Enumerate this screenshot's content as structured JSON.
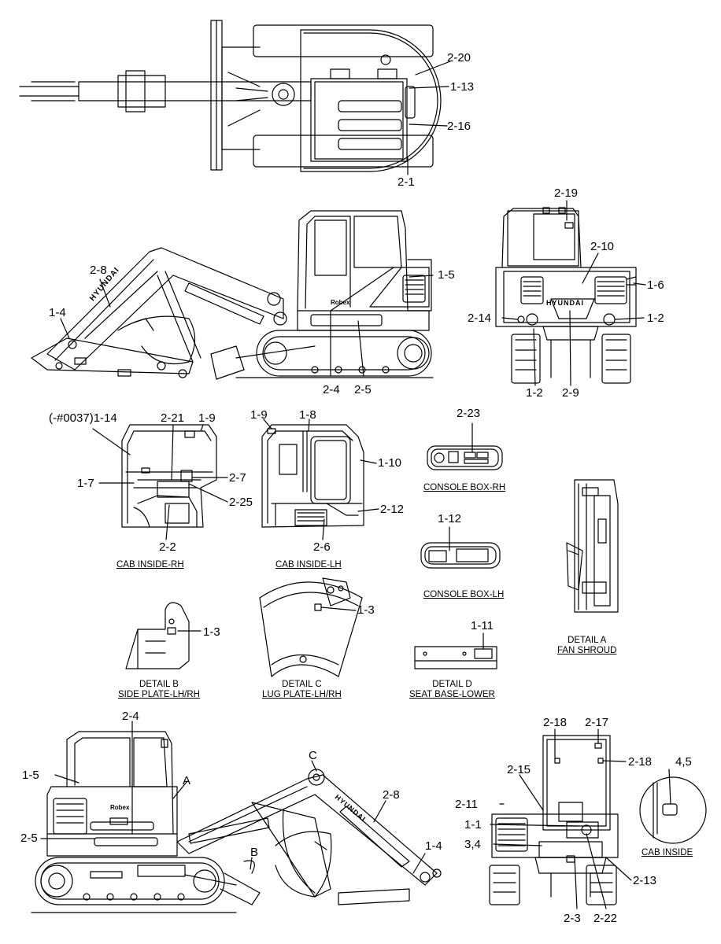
{
  "labels": {
    "l_2_20": "2-20",
    "l_1_13": "1-13",
    "l_2_16": "2-16",
    "l_2_1": "2-1",
    "l_2_19": "2-19",
    "l_2_10": "2-10",
    "l_1_6": "1-6",
    "l_2_14": "2-14",
    "l_1_2a": "1-2",
    "l_1_2b": "1-2",
    "l_2_9": "2-9",
    "l_2_8a": "2-8",
    "l_1_4a": "1-4",
    "l_1_5a": "1-5",
    "l_2_4a": "2-4",
    "l_2_5a": "2-5",
    "l_1_14": "(-#0037)1-14",
    "l_2_21": "2-21",
    "l_1_9a": "1-9",
    "l_1_7": "1-7",
    "l_2_7": "2-7",
    "l_2_25": "2-25",
    "l_2_2": "2-2",
    "l_1_9b": "1-9",
    "l_1_8": "1-8",
    "l_1_10": "1-10",
    "l_2_12": "2-12",
    "l_2_6": "2-6",
    "l_2_23": "2-23",
    "l_1_12": "1-12",
    "l_1_3a": "1-3",
    "l_1_3b": "1-3",
    "l_1_11": "1-11",
    "l_2_4b": "2-4",
    "l_1_5b": "1-5",
    "l_A": "A",
    "l_C": "C",
    "l_2_8b": "2-8",
    "l_2_5b": "2-5",
    "l_B": "B",
    "l_1_4b": "1-4",
    "l_2_18a": "2-18",
    "l_2_17": "2-17",
    "l_2_18b": "2-18",
    "l_2_15": "2-15",
    "l_4_5": "4,5",
    "l_2_11": "2-11",
    "l_1_1": "1-1",
    "l_3_4": "3,4",
    "l_2_13": "2-13",
    "l_2_3": "2-3",
    "l_2_22": "2-22"
  },
  "captions": {
    "cab_rh": "CAB INSIDE-RH",
    "cab_lh": "CAB INSIDE-LH",
    "console_rh": "CONSOLE BOX-RH",
    "console_lh": "CONSOLE BOX-LH",
    "detail_a_1": "DETAIL A",
    "detail_a_2": "FAN SHROUD",
    "detail_b_1": "DETAIL B",
    "detail_b_2": "SIDE PLATE-LH/RH",
    "detail_c_1": "DETAIL C",
    "detail_c_2": "LUG PLATE-LH/RH",
    "detail_d_1": "DETAIL D",
    "detail_d_2": "SEAT BASE-LOWER",
    "cab_inside": "CAB INSIDE"
  },
  "decals": {
    "boom_brand": "HYUNDAI",
    "rear_brand": "HYUNDAI",
    "model_plate": "Robex"
  }
}
